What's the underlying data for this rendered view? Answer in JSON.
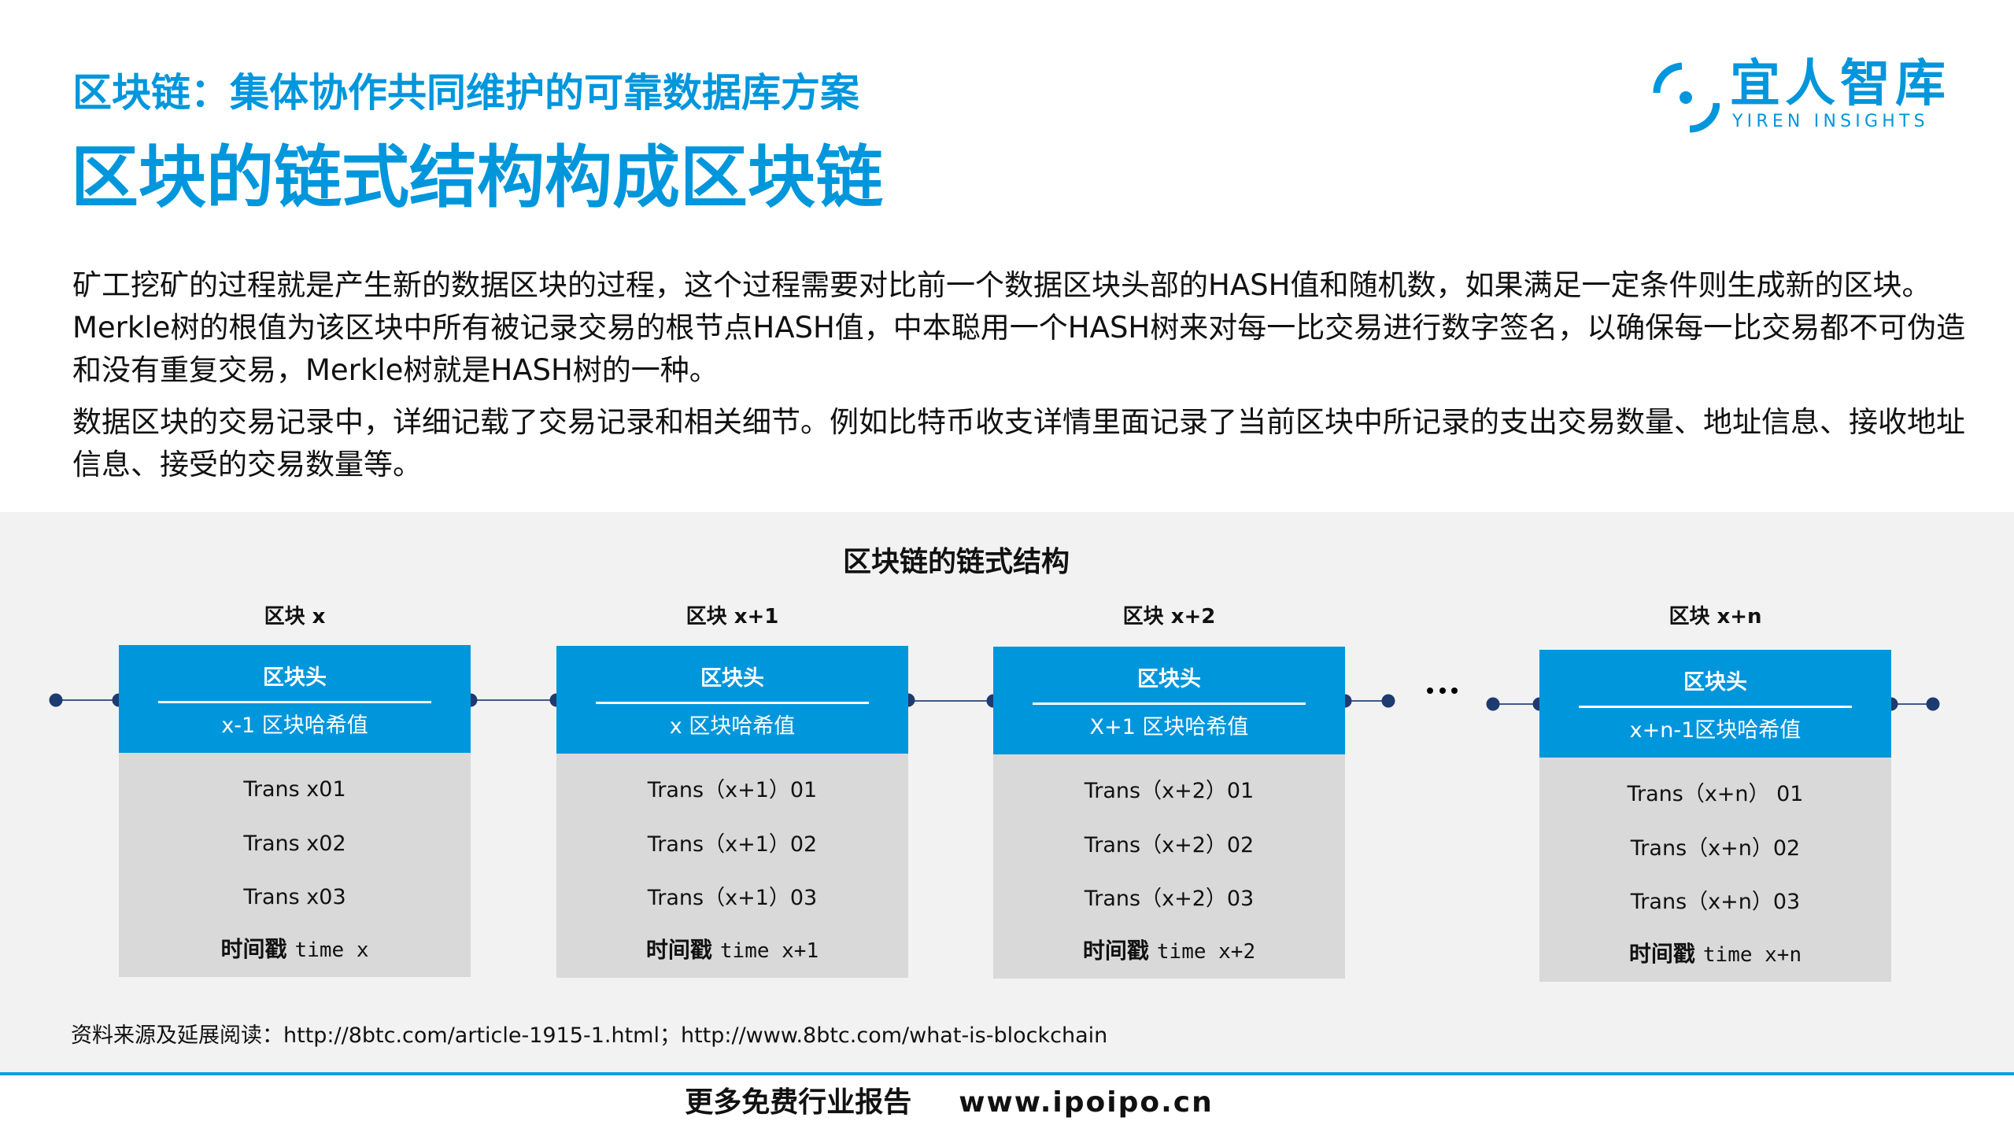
{
  "header": {
    "subtitle": "区块链：集体协作共同维护的可靠数据库方案",
    "title": "区块的链式结构构成区块链"
  },
  "logo": {
    "name_cn": "宜人智库",
    "name_en": "YIREN INSIGHTS",
    "icon": "yiren-logo-icon",
    "color": "#0096DC"
  },
  "body": {
    "paragraphs": [
      "矿工挖矿的过程就是产生新的数据区块的过程，这个过程需要对比前一个数据区块头部的HASH值和随机数，如果满足一定条件则生成新的区块。Merkle树的根值为该区块中所有被记录交易的根节点HASH值，中本聪用一个HASH树来对每一比交易进行数字签名，以确保每一比交易都不可伪造和没有重复交易，Merkle树就是HASH树的一种。",
      "数据区块的交易记录中，详细记载了交易记录和相关细节。例如比特币收支详情里面记录了当前区块中所记录的支出交易数量、地址信息、接收地址信息、接受的交易数量等。"
    ]
  },
  "diagram": {
    "title": "区块链的链式结构",
    "header_label": "区块头",
    "timestamp_label": "时间戳",
    "ellipsis": "…",
    "colors": {
      "header_bg": "#0096DC",
      "body_bg": "#D9D9D9",
      "panel_bg": "#F2F2F2",
      "connector": "#1E3B70"
    },
    "blocks": [
      {
        "label": "区块 x",
        "hash": "x-1 区块哈希值",
        "transactions": [
          "Trans x01",
          "Trans x02",
          "Trans x03"
        ],
        "time": "time x"
      },
      {
        "label": "区块 x+1",
        "hash": "x 区块哈希值",
        "transactions": [
          "Trans（x+1）01",
          "Trans（x+1）02",
          "Trans（x+1）03"
        ],
        "time": "time x+1"
      },
      {
        "label": "区块 x+2",
        "hash": "X+1 区块哈希值",
        "transactions": [
          "Trans（x+2）01",
          "Trans（x+2）02",
          "Trans（x+2）03"
        ],
        "time": "time x+2"
      },
      {
        "label": "区块 x+n",
        "hash": "x+n-1区块哈希值",
        "transactions": [
          "Trans（x+n） 01",
          "Trans（x+n）02",
          "Trans（x+n）03"
        ],
        "time": "time x+n"
      }
    ]
  },
  "source": {
    "text": "资料来源及延展阅读：http://8btc.com/article-1915-1.html；http://www.8btc.com/what-is-blockchain"
  },
  "footer": {
    "promo": "更多免费行业报告",
    "url": "www.ipoipo.cn"
  }
}
